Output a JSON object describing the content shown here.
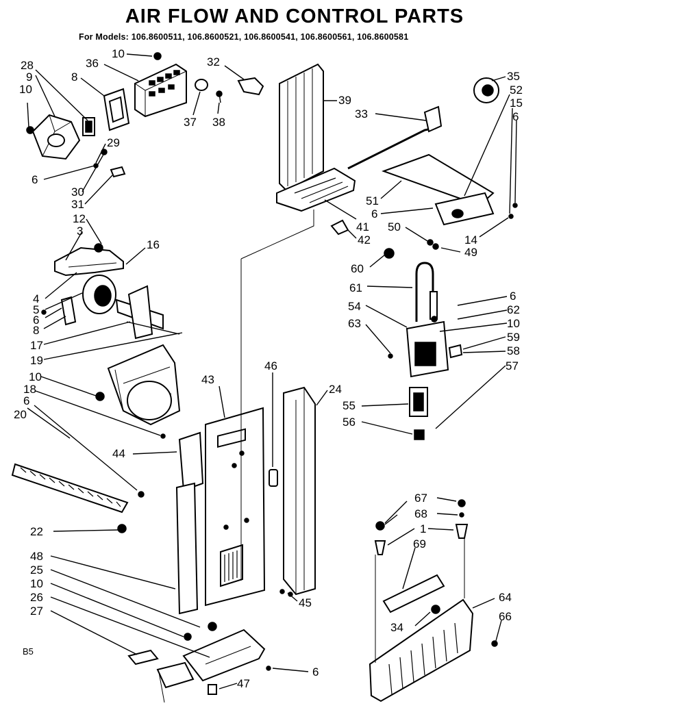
{
  "title": "AIR FLOW AND CONTROL PARTS",
  "subtitle": "For Models: 106.8600511, 106.8600521, 106.8600541, 106.8600561, 106.8600581",
  "corner_code": "B5",
  "callouts": [
    {
      "id": "c10a",
      "text": "10"
    },
    {
      "id": "c36",
      "text": "36"
    },
    {
      "id": "c32",
      "text": "32"
    },
    {
      "id": "c28",
      "text": "28"
    },
    {
      "id": "c9",
      "text": "9"
    },
    {
      "id": "c10b",
      "text": "10"
    },
    {
      "id": "c8",
      "text": "8"
    },
    {
      "id": "c37",
      "text": "37"
    },
    {
      "id": "c38",
      "text": "38"
    },
    {
      "id": "c29",
      "text": "29"
    },
    {
      "id": "c6a",
      "text": "6"
    },
    {
      "id": "c30",
      "text": "30"
    },
    {
      "id": "c31",
      "text": "31"
    },
    {
      "id": "c12",
      "text": "12"
    },
    {
      "id": "c3",
      "text": "3"
    },
    {
      "id": "c16",
      "text": "16"
    },
    {
      "id": "c4",
      "text": "4"
    },
    {
      "id": "c5",
      "text": "5"
    },
    {
      "id": "c6b",
      "text": "6"
    },
    {
      "id": "c8b",
      "text": "8"
    },
    {
      "id": "c17",
      "text": "17"
    },
    {
      "id": "c19",
      "text": "19"
    },
    {
      "id": "c10c",
      "text": "10"
    },
    {
      "id": "c18",
      "text": "18"
    },
    {
      "id": "c6c",
      "text": "6"
    },
    {
      "id": "c20",
      "text": "20"
    },
    {
      "id": "c22",
      "text": "22"
    },
    {
      "id": "c48",
      "text": "48"
    },
    {
      "id": "c25",
      "text": "25"
    },
    {
      "id": "c10d",
      "text": "10"
    },
    {
      "id": "c26",
      "text": "26"
    },
    {
      "id": "c27",
      "text": "27"
    },
    {
      "id": "c43",
      "text": "43"
    },
    {
      "id": "c44",
      "text": "44"
    },
    {
      "id": "c46",
      "text": "46"
    },
    {
      "id": "c24",
      "text": "24"
    },
    {
      "id": "c45",
      "text": "45"
    },
    {
      "id": "c6d",
      "text": "6"
    },
    {
      "id": "c47",
      "text": "47"
    },
    {
      "id": "c39",
      "text": "39"
    },
    {
      "id": "c33",
      "text": "33"
    },
    {
      "id": "c41",
      "text": "41"
    },
    {
      "id": "c42",
      "text": "42"
    },
    {
      "id": "c35",
      "text": "35"
    },
    {
      "id": "c52",
      "text": "52"
    },
    {
      "id": "c15",
      "text": "15"
    },
    {
      "id": "c6e",
      "text": "6"
    },
    {
      "id": "c51",
      "text": "51"
    },
    {
      "id": "c6f",
      "text": "6"
    },
    {
      "id": "c50",
      "text": "50"
    },
    {
      "id": "c14",
      "text": "14"
    },
    {
      "id": "c49",
      "text": "49"
    },
    {
      "id": "c60",
      "text": "60"
    },
    {
      "id": "c61",
      "text": "61"
    },
    {
      "id": "c6g",
      "text": "6"
    },
    {
      "id": "c54",
      "text": "54"
    },
    {
      "id": "c62",
      "text": "62"
    },
    {
      "id": "c63",
      "text": "63"
    },
    {
      "id": "c10e",
      "text": "10"
    },
    {
      "id": "c59",
      "text": "59"
    },
    {
      "id": "c58",
      "text": "58"
    },
    {
      "id": "c57",
      "text": "57"
    },
    {
      "id": "c55",
      "text": "55"
    },
    {
      "id": "c56",
      "text": "56"
    },
    {
      "id": "c67",
      "text": "67"
    },
    {
      "id": "c68",
      "text": "68"
    },
    {
      "id": "c1",
      "text": "1"
    },
    {
      "id": "c69",
      "text": "69"
    },
    {
      "id": "c64",
      "text": "64"
    },
    {
      "id": "c34",
      "text": "34"
    },
    {
      "id": "c66",
      "text": "66"
    }
  ]
}
